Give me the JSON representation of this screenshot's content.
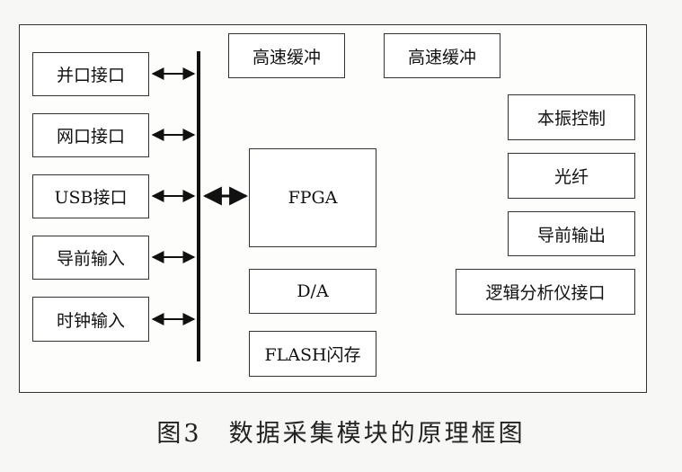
{
  "left_interfaces": [
    "并口接口",
    "网口接口",
    "USB接口",
    "导前输入",
    "时钟输入"
  ],
  "top_buffers": [
    "高速缓冲",
    "高速缓冲"
  ],
  "center_blocks": {
    "fpga": "FPGA",
    "da": "D/A",
    "flash": "FLASH闪存"
  },
  "right_blocks": [
    "本振控制",
    "光纤",
    "导前输出",
    "逻辑分析仪接口"
  ],
  "caption": "图3　数据采集模块的原理框图"
}
